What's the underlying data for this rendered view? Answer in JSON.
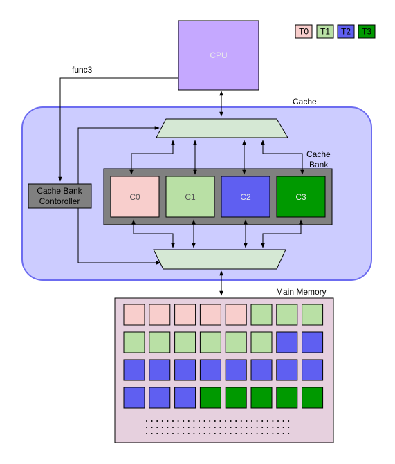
{
  "colors": {
    "t0": "#f8cecc",
    "t1": "#b9e0a5",
    "t2": "#5f5ff1",
    "t3": "#009900",
    "cpu": "#c5a8ff",
    "cache_region": "#ccccff",
    "cache_border": "#6c6cf0",
    "mux": "#d5e8d4",
    "bank_container": "#808080",
    "controller": "#808080",
    "memory": "#e6d0de"
  },
  "legend": [
    {
      "label": "T0",
      "color_key": "t0"
    },
    {
      "label": "T1",
      "color_key": "t1"
    },
    {
      "label": "T2",
      "color_key": "t2"
    },
    {
      "label": "T3",
      "color_key": "t3"
    }
  ],
  "cpu": {
    "label": "CPU"
  },
  "func3_label": "func3",
  "cache_label": "Cache",
  "cache_bank_label": [
    "Cache",
    "Bank"
  ],
  "controller_label": [
    "Cache Bank",
    "Contoroller"
  ],
  "banks": [
    {
      "label": "C0",
      "color_key": "t0"
    },
    {
      "label": "C1",
      "color_key": "t1"
    },
    {
      "label": "C2",
      "color_key": "t2"
    },
    {
      "label": "C3",
      "color_key": "t3"
    }
  ],
  "main_memory": {
    "label": "Main Memory",
    "rows": [
      [
        "t0",
        "t0",
        "t0",
        "t0",
        "t0",
        "t1",
        "t1",
        "t1"
      ],
      [
        "t1",
        "t1",
        "t1",
        "t1",
        "t1",
        "t1",
        "t2",
        "t2"
      ],
      [
        "t2",
        "t2",
        "t2",
        "t2",
        "t2",
        "t2",
        "t2",
        "t2"
      ],
      [
        "t2",
        "t2",
        "t2",
        "t3",
        "t3",
        "t3",
        "t3",
        "t3"
      ]
    ],
    "ellipsis_rows": 3
  }
}
